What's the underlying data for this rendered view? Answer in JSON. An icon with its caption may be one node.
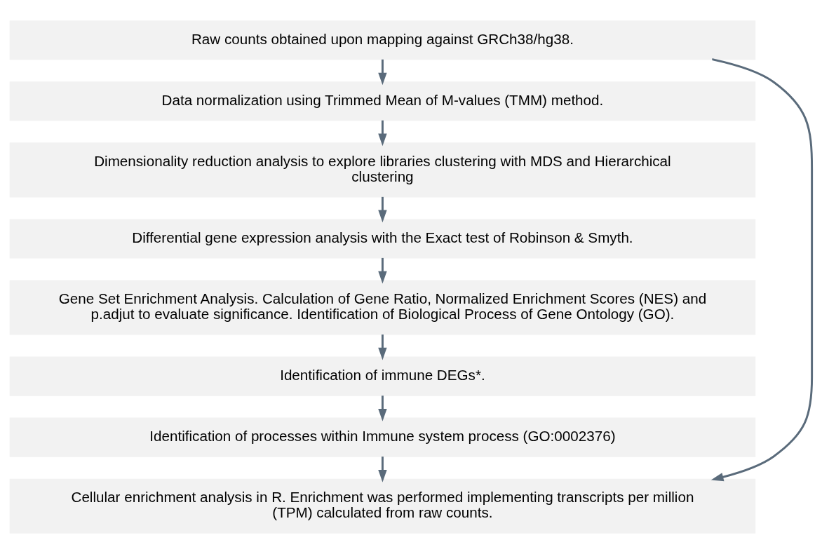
{
  "diagram": {
    "nodes": [
      {
        "text": [
          "Raw counts obtained upon mapping against GRCh38/hg38."
        ]
      },
      {
        "text": [
          "Data normalization using Trimmed Mean of M-values (TMM) method."
        ]
      },
      {
        "text": [
          "Dimensionality reduction analysis to explore libraries clustering with MDS and Hierarchical clustering"
        ]
      },
      {
        "text": [
          "Differential gene expression analysis with the Exact test of Robinson & Smyth."
        ]
      },
      {
        "text": [
          "Gene Set Enrichment Analysis. Calculation of Gene Ratio, Normalized Enrichment Scores (NES) and p.adjut to evaluate significance. Identification of Biological Process of Gene Ontology (GO)."
        ]
      },
      {
        "text": [
          "Identification of immune DEGs*."
        ]
      },
      {
        "text": [
          "Identification of processes within Immune system process (GO:0002376)"
        ]
      },
      {
        "text": [
          "Cellular enrichment analysis in R. Enrichment was performed implementing transcripts per million (TPM) calculated from raw counts."
        ]
      }
    ],
    "edges": [
      {
        "from": 0,
        "to": 1,
        "arrow": "to"
      },
      {
        "from": 1,
        "to": 2,
        "arrow": "to"
      },
      {
        "from": 2,
        "to": 3,
        "arrow": "to"
      },
      {
        "from": 3,
        "to": 4,
        "arrow": "to"
      },
      {
        "from": 4,
        "to": 5,
        "arrow": "to"
      },
      {
        "from": 5,
        "to": 6,
        "arrow": "to"
      },
      {
        "from": 6,
        "to": 7,
        "arrow": "to"
      },
      {
        "from": 0,
        "to": 7,
        "arrow": "to"
      }
    ]
  }
}
